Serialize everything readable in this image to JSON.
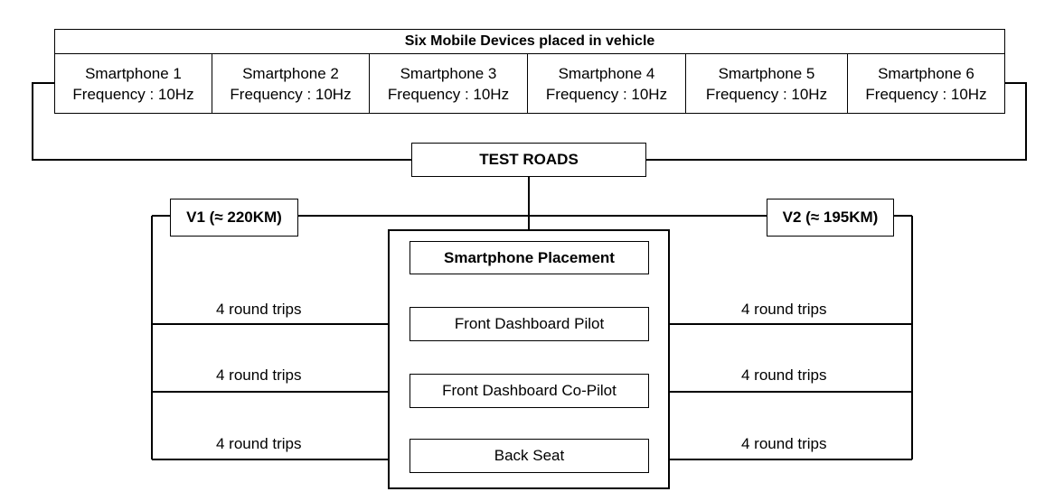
{
  "header": {
    "title": "Six Mobile Devices placed in vehicle"
  },
  "devices": [
    {
      "name": "Smartphone 1",
      "frequency": "Frequency : 10Hz"
    },
    {
      "name": "Smartphone 2",
      "frequency": "Frequency : 10Hz"
    },
    {
      "name": "Smartphone 3",
      "frequency": "Frequency : 10Hz"
    },
    {
      "name": "Smartphone 4",
      "frequency": "Frequency : 10Hz"
    },
    {
      "name": "Smartphone 5",
      "frequency": "Frequency : 10Hz"
    },
    {
      "name": "Smartphone 6",
      "frequency": "Frequency : 10Hz"
    }
  ],
  "test_roads": "TEST ROADS",
  "v1": {
    "label": "V1 (≈ 220KM)",
    "trips": [
      "4 round trips",
      "4 round trips",
      "4 round trips"
    ]
  },
  "v2": {
    "label": "V2 (≈ 195KM)",
    "trips": [
      "4 round trips",
      "4 round trips",
      "4 round trips"
    ]
  },
  "placement": {
    "title": "Smartphone Placement",
    "positions": [
      "Front Dashboard Pilot",
      "Front Dashboard Co-Pilot",
      "Back Seat"
    ]
  }
}
